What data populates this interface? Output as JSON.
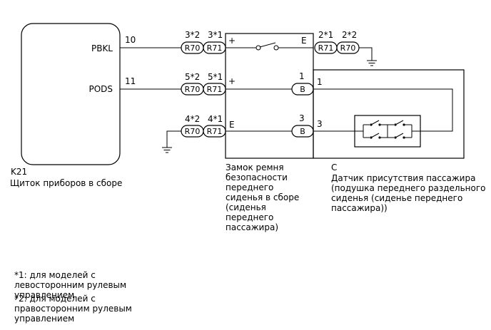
{
  "k21": {
    "code": "K21",
    "name": "Щиток приборов в сборе",
    "pin_pbkl": "PBKL",
    "pin_pods": "PODS",
    "num_pbkl": "10",
    "num_pods": "11"
  },
  "connectors": {
    "r70": "R70",
    "r71": "R71",
    "row1_a": "3*2",
    "row1_b": "3*1",
    "row2_a": "5*2",
    "row2_b": "5*1",
    "row3_a": "4*2",
    "row3_b": "4*1",
    "right_a": "2*1",
    "right_b": "2*2"
  },
  "buckle": {
    "caption": [
      "Замок ремня",
      "безопасности",
      "переднего",
      "сиденья в сборе",
      "(сиденья",
      "переднего",
      "пассажира)"
    ],
    "plus_top": "+",
    "e_right": "E",
    "plus_mid": "+",
    "e_bottom": "E",
    "pin1": "1",
    "pin3": "3",
    "b1": "B",
    "b3": "B"
  },
  "sensor": {
    "code": "C",
    "caption": [
      "Датчик присутствия пассажира",
      "(подушка переднего раздельного",
      "сиденья (сиденье переднего",
      "пассажира))"
    ],
    "pin1": "1",
    "pin3": "3"
  },
  "notes": {
    "n1": [
      "*1: для моделей с",
      "левосторонним рулевым",
      "управлением"
    ],
    "n2": [
      "*2: для моделей с",
      "правосторонним рулевым",
      "управлением"
    ]
  }
}
